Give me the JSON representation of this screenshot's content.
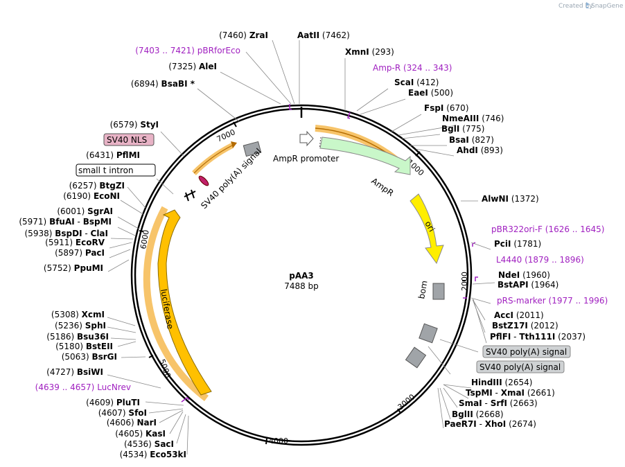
{
  "app": {
    "credit": "Created by",
    "brand": "SnapGene"
  },
  "plasmid": {
    "name": "pAA3",
    "length": "7488 bp"
  },
  "ticks": [
    "1000",
    "2000",
    "3000",
    "4000",
    "5000",
    "6000",
    "7000"
  ],
  "features": {
    "ampr_promoter": "AmpR promoter",
    "ampr": "AmpR",
    "ori": "ori",
    "bom": "bom",
    "sv40_polya_1": "SV40 poly(A) signal",
    "sv40_polya_2": "SV40 poly(A) signal",
    "sv40_polya_3": "SV40 poly(A) signal",
    "luciferase": "luciferase",
    "sv40_nls": "SV40 NLS",
    "small_t_intron": "small t intron"
  },
  "primers": [
    {
      "range": "(7403 .. 7421)",
      "name": "pBRforEco"
    },
    {
      "name": "Amp-R",
      "range": "(324 .. 343)"
    },
    {
      "name": "pBR322ori-F",
      "range": "(1626 .. 1645)"
    },
    {
      "name": "L4440",
      "range": "(1879 .. 1896)"
    },
    {
      "name": "pRS-marker",
      "range": "(1977 .. 1996)"
    },
    {
      "range": "(4639 .. 4657)",
      "name": "LucNrev"
    }
  ],
  "sites_right": [
    {
      "name": "AatII",
      "pos": "(7462)"
    },
    {
      "name": "XmnI",
      "pos": "(293)"
    },
    {
      "name": "ScaI",
      "pos": "(412)"
    },
    {
      "name": "EaeI",
      "pos": "(500)"
    },
    {
      "name": "FspI",
      "pos": "(670)"
    },
    {
      "name": "NmeAIII",
      "pos": "(746)"
    },
    {
      "name": "BglI",
      "pos": "(775)"
    },
    {
      "name": "BsaI",
      "pos": "(827)"
    },
    {
      "name": "AhdI",
      "pos": "(893)"
    },
    {
      "name": "AlwNI",
      "pos": "(1372)"
    },
    {
      "name": "PciI",
      "pos": "(1781)"
    },
    {
      "name": "NdeI",
      "pos": "(1960)"
    },
    {
      "name": "BstAPI",
      "pos": "(1964)"
    },
    {
      "name": "AccI",
      "pos": "(2011)"
    },
    {
      "name": "BstZ17I",
      "pos": "(2012)"
    },
    {
      "name": "PflFI - Tth111I",
      "pos": "(2037)"
    },
    {
      "name": "HindIII",
      "pos": "(2654)"
    },
    {
      "name": "TspMI - XmaI",
      "pos": "(2661)"
    },
    {
      "name": "SmaI - SrfI",
      "pos": "(2663)"
    },
    {
      "name": "BglII",
      "pos": "(2668)"
    },
    {
      "name": "PaeR7I - XhoI",
      "pos": "(2674)"
    }
  ],
  "sites_left": [
    {
      "pos": "(7460)",
      "name": "ZraI"
    },
    {
      "pos": "(7325)",
      "name": "AleI"
    },
    {
      "pos": "(6894)",
      "name": "BsaBI *"
    },
    {
      "pos": "(6579)",
      "name": "StyI"
    },
    {
      "pos": "(6431)",
      "name": "PflMI"
    },
    {
      "pos": "(6257)",
      "name": "BtgZI"
    },
    {
      "pos": "(6190)",
      "name": "EcoNI"
    },
    {
      "pos": "(6001)",
      "name": "SgrAI"
    },
    {
      "pos": "(5971)",
      "name": "BfuAI - BspMI"
    },
    {
      "pos": "(5938)",
      "name": "BspDI - ClaI"
    },
    {
      "pos": "(5911)",
      "name": "EcoRV"
    },
    {
      "pos": "(5897)",
      "name": "PacI"
    },
    {
      "pos": "(5752)",
      "name": "PpuMI"
    },
    {
      "pos": "(5308)",
      "name": "XcmI"
    },
    {
      "pos": "(5236)",
      "name": "SphI"
    },
    {
      "pos": "(5186)",
      "name": "Bsu36I"
    },
    {
      "pos": "(5180)",
      "name": "BstEII"
    },
    {
      "pos": "(5063)",
      "name": "BsrGI"
    },
    {
      "pos": "(4727)",
      "name": "BsiWI"
    },
    {
      "pos": "(4609)",
      "name": "PluTI"
    },
    {
      "pos": "(4607)",
      "name": "SfoI"
    },
    {
      "pos": "(4606)",
      "name": "NarI"
    },
    {
      "pos": "(4605)",
      "name": "KasI"
    },
    {
      "pos": "(4536)",
      "name": "SacI"
    },
    {
      "pos": "(4534)",
      "name": "Eco53kI"
    }
  ],
  "colors": {
    "orange": "#f2b705",
    "green": "#c9f7c9",
    "yellow": "#ffee00",
    "gray": "#a0a4a8",
    "purple": "#a020c0",
    "nls": "#e8b3c6"
  }
}
